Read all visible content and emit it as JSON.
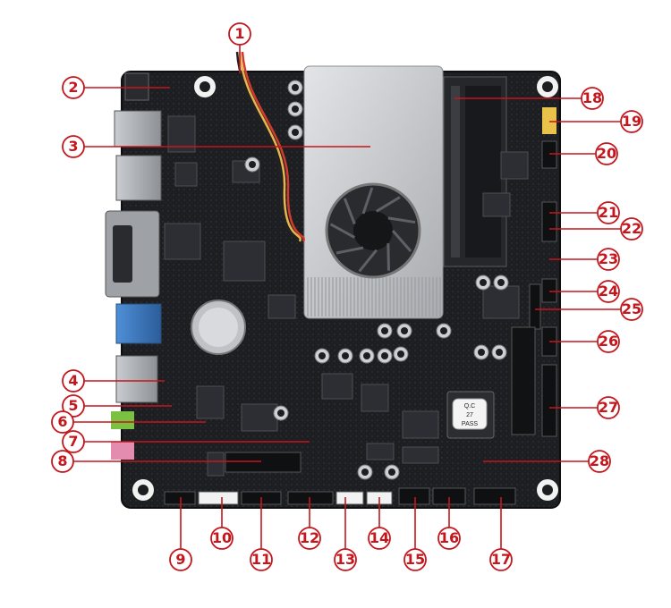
{
  "diagram": {
    "board": {
      "qc_sticker": {
        "line1": "Q.C",
        "line2": "27",
        "line3": "PASS"
      }
    },
    "callouts": [
      {
        "id": 1,
        "label": "1"
      },
      {
        "id": 2,
        "label": "2"
      },
      {
        "id": 3,
        "label": "3"
      },
      {
        "id": 4,
        "label": "4"
      },
      {
        "id": 5,
        "label": "5"
      },
      {
        "id": 6,
        "label": "6"
      },
      {
        "id": 7,
        "label": "7"
      },
      {
        "id": 8,
        "label": "8"
      },
      {
        "id": 9,
        "label": "9"
      },
      {
        "id": 10,
        "label": "10"
      },
      {
        "id": 11,
        "label": "11"
      },
      {
        "id": 12,
        "label": "12"
      },
      {
        "id": 13,
        "label": "13"
      },
      {
        "id": 14,
        "label": "14"
      },
      {
        "id": 15,
        "label": "15"
      },
      {
        "id": 16,
        "label": "16"
      },
      {
        "id": 17,
        "label": "17"
      },
      {
        "id": 18,
        "label": "18"
      },
      {
        "id": 19,
        "label": "19"
      },
      {
        "id": 20,
        "label": "20"
      },
      {
        "id": 21,
        "label": "21"
      },
      {
        "id": 22,
        "label": "22"
      },
      {
        "id": 23,
        "label": "23"
      },
      {
        "id": 24,
        "label": "24"
      },
      {
        "id": 25,
        "label": "25"
      },
      {
        "id": 26,
        "label": "26"
      },
      {
        "id": 27,
        "label": "27"
      },
      {
        "id": 28,
        "label": "28"
      }
    ],
    "colors": {
      "pcb": "#1d1e21",
      "pcb_dark": "#121316",
      "heatsink": "#c8cacd",
      "callout": "#c4161c",
      "leader": "#c4161c"
    }
  }
}
